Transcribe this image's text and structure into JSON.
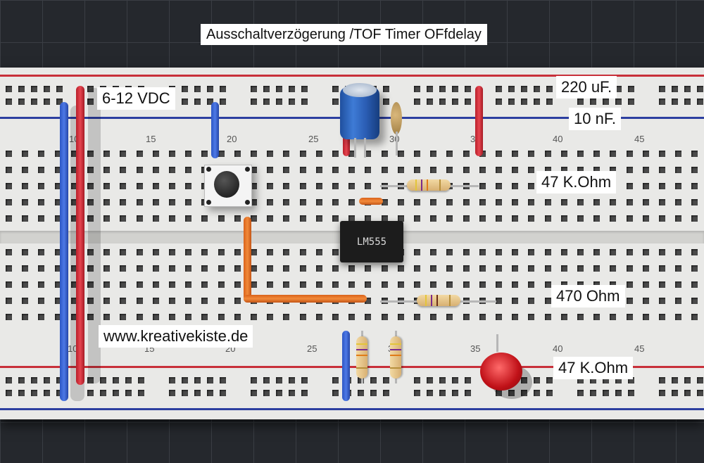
{
  "title": "Ausschaltverzögerung /TOF Timer OFfdelay",
  "labels": {
    "supply": "6-12 VDC",
    "capacitor_big": "220 uF.",
    "capacitor_small": "10 nF.",
    "resistor_top": "47 K.Ohm",
    "resistor_mid": "470 Ohm",
    "resistor_bottom": "47 K.Ohm",
    "website": "www.kreativekiste.de",
    "ic": "LM555"
  },
  "column_numbers_top": [
    "10",
    "15",
    "20",
    "25",
    "30",
    "35",
    "40",
    "45"
  ],
  "column_numbers_bottom": [
    "10",
    "15",
    "20",
    "25",
    "30",
    "35",
    "40",
    "45"
  ],
  "colors": {
    "red_wire": "#d12b36",
    "blue_wire": "#2f5ccf",
    "orange_wire": "#e8731c",
    "board": "#e9e9e7"
  }
}
